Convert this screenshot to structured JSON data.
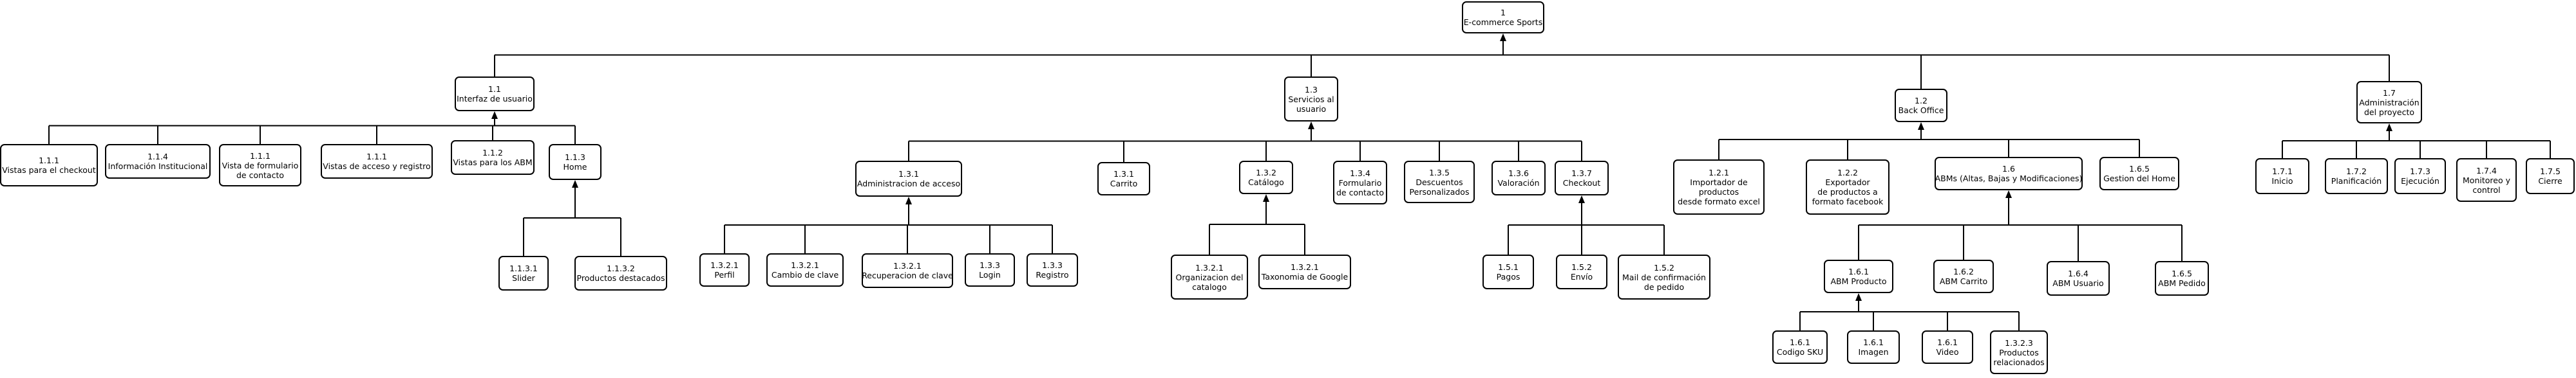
{
  "nodes": {
    "root": {
      "lines": [
        "1",
        "E-commerce Sports"
      ]
    },
    "n11": {
      "lines": [
        "1.1",
        "Interfaz de usuario"
      ]
    },
    "n13": {
      "lines": [
        "1.3",
        "Servicios al",
        "usuario"
      ]
    },
    "n12": {
      "lines": [
        "1.2",
        "Back Office"
      ]
    },
    "n17": {
      "lines": [
        "1.7",
        "Administración",
        "del proyecto"
      ]
    },
    "n111a": {
      "lines": [
        "1.1.1",
        "Vistas para el checkout"
      ]
    },
    "n114": {
      "lines": [
        "1.1.4",
        "Información Institucional"
      ]
    },
    "n111b": {
      "lines": [
        "1.1.1",
        "Vista de formulario",
        "de contacto"
      ]
    },
    "n111c": {
      "lines": [
        "1.1.1",
        "Vistas de acceso y registro"
      ]
    },
    "n112": {
      "lines": [
        "1.1.2",
        "Vistas para los ABM"
      ]
    },
    "n113": {
      "lines": [
        "1.1.3",
        "Home"
      ]
    },
    "n1131": {
      "lines": [
        "1.1.3.1",
        "Slider"
      ]
    },
    "n1132": {
      "lines": [
        "1.1.3.2",
        "Productos destacados"
      ]
    },
    "n131": {
      "lines": [
        "1.3.1",
        "Administracion de acceso"
      ]
    },
    "n1321a": {
      "lines": [
        "1.3.2.1",
        "Perfil"
      ]
    },
    "n1321b": {
      "lines": [
        "1.3.2.1",
        "Cambio de clave"
      ]
    },
    "n1321c": {
      "lines": [
        "1.3.2.1",
        "Recuperacion de clave"
      ]
    },
    "n133a": {
      "lines": [
        "1.3.3",
        "Login"
      ]
    },
    "n133b": {
      "lines": [
        "1.3.3",
        "Registro"
      ]
    },
    "n131b": {
      "lines": [
        "1.3.1",
        "Carrito"
      ]
    },
    "n132": {
      "lines": [
        "1.3.2",
        "Catálogo"
      ]
    },
    "n1321d": {
      "lines": [
        "1.3.2.1",
        "Organizacion del",
        "catalogo"
      ]
    },
    "n1321e": {
      "lines": [
        "1.3.2.1",
        "Taxonomia de Google"
      ]
    },
    "n134": {
      "lines": [
        "1.3.4",
        "Formulario",
        "de contacto"
      ]
    },
    "n135": {
      "lines": [
        "1.3.5",
        "Descuentos",
        "Personalizados"
      ]
    },
    "n136": {
      "lines": [
        "1.3.6",
        "Valoración"
      ]
    },
    "n137": {
      "lines": [
        "1.3.7",
        "Checkout"
      ]
    },
    "n151": {
      "lines": [
        "1.5.1",
        "Pagos"
      ]
    },
    "n152a": {
      "lines": [
        "1.5.2",
        "Envío"
      ]
    },
    "n152b": {
      "lines": [
        "1.5.2",
        "Mail de confirmación",
        "de pedido"
      ]
    },
    "n121": {
      "lines": [
        "1.2.1",
        "Importador de",
        "productos",
        "desde formato excel"
      ]
    },
    "n122": {
      "lines": [
        "1.2.2",
        "Exportador",
        "de productos a",
        "formato facebook"
      ]
    },
    "n16": {
      "lines": [
        "1.6",
        "ABMs (Altas, Bajas y Modificaciones)"
      ]
    },
    "n165a": {
      "lines": [
        "1.6.5",
        "Gestion del Home"
      ]
    },
    "n161": {
      "lines": [
        "1.6.1",
        "ABM Producto"
      ]
    },
    "n162": {
      "lines": [
        "1.6.2",
        "ABM Carrito"
      ]
    },
    "n164": {
      "lines": [
        "1.6.4",
        "ABM Usuario"
      ]
    },
    "n165b": {
      "lines": [
        "1.6.5",
        "ABM Pedido"
      ]
    },
    "n161a": {
      "lines": [
        "1.6.1",
        "Codigo SKU"
      ]
    },
    "n161b": {
      "lines": [
        "1.6.1",
        "Imagen"
      ]
    },
    "n161c": {
      "lines": [
        "1.6.1",
        "Video"
      ]
    },
    "n1323": {
      "lines": [
        "1.3.2.3",
        "Productos",
        "relacionados"
      ]
    },
    "n171": {
      "lines": [
        "1.7.1",
        "Inicio"
      ]
    },
    "n172": {
      "lines": [
        "1.7.2",
        "Planificación"
      ]
    },
    "n173": {
      "lines": [
        "1.7.3",
        "Ejecución"
      ]
    },
    "n174": {
      "lines": [
        "1.7.4",
        "Monitoreo y",
        "control"
      ]
    },
    "n175": {
      "lines": [
        "1.7.5",
        "Cierre"
      ]
    }
  },
  "edges": [
    {
      "parent": "root",
      "children": [
        "n11",
        "n13",
        "n12",
        "n17"
      ]
    },
    {
      "parent": "n11",
      "children": [
        "n111a",
        "n114",
        "n111b",
        "n111c",
        "n112",
        "n113"
      ]
    },
    {
      "parent": "n113",
      "children": [
        "n1131",
        "n1132"
      ]
    },
    {
      "parent": "n13",
      "children": [
        "n131",
        "n131b",
        "n132",
        "n134",
        "n135",
        "n136",
        "n137"
      ]
    },
    {
      "parent": "n131",
      "children": [
        "n1321a",
        "n1321b",
        "n1321c",
        "n133a",
        "n133b"
      ]
    },
    {
      "parent": "n132",
      "children": [
        "n1321d",
        "n1321e"
      ]
    },
    {
      "parent": "n137",
      "children": [
        "n151",
        "n152a",
        "n152b"
      ]
    },
    {
      "parent": "n12",
      "children": [
        "n121",
        "n122",
        "n16",
        "n165a"
      ]
    },
    {
      "parent": "n16",
      "children": [
        "n161",
        "n162",
        "n164",
        "n165b"
      ]
    },
    {
      "parent": "n161",
      "children": [
        "n161a",
        "n161b",
        "n161c",
        "n1323"
      ]
    },
    {
      "parent": "n17",
      "children": [
        "n171",
        "n172",
        "n173",
        "n174",
        "n175"
      ]
    }
  ]
}
